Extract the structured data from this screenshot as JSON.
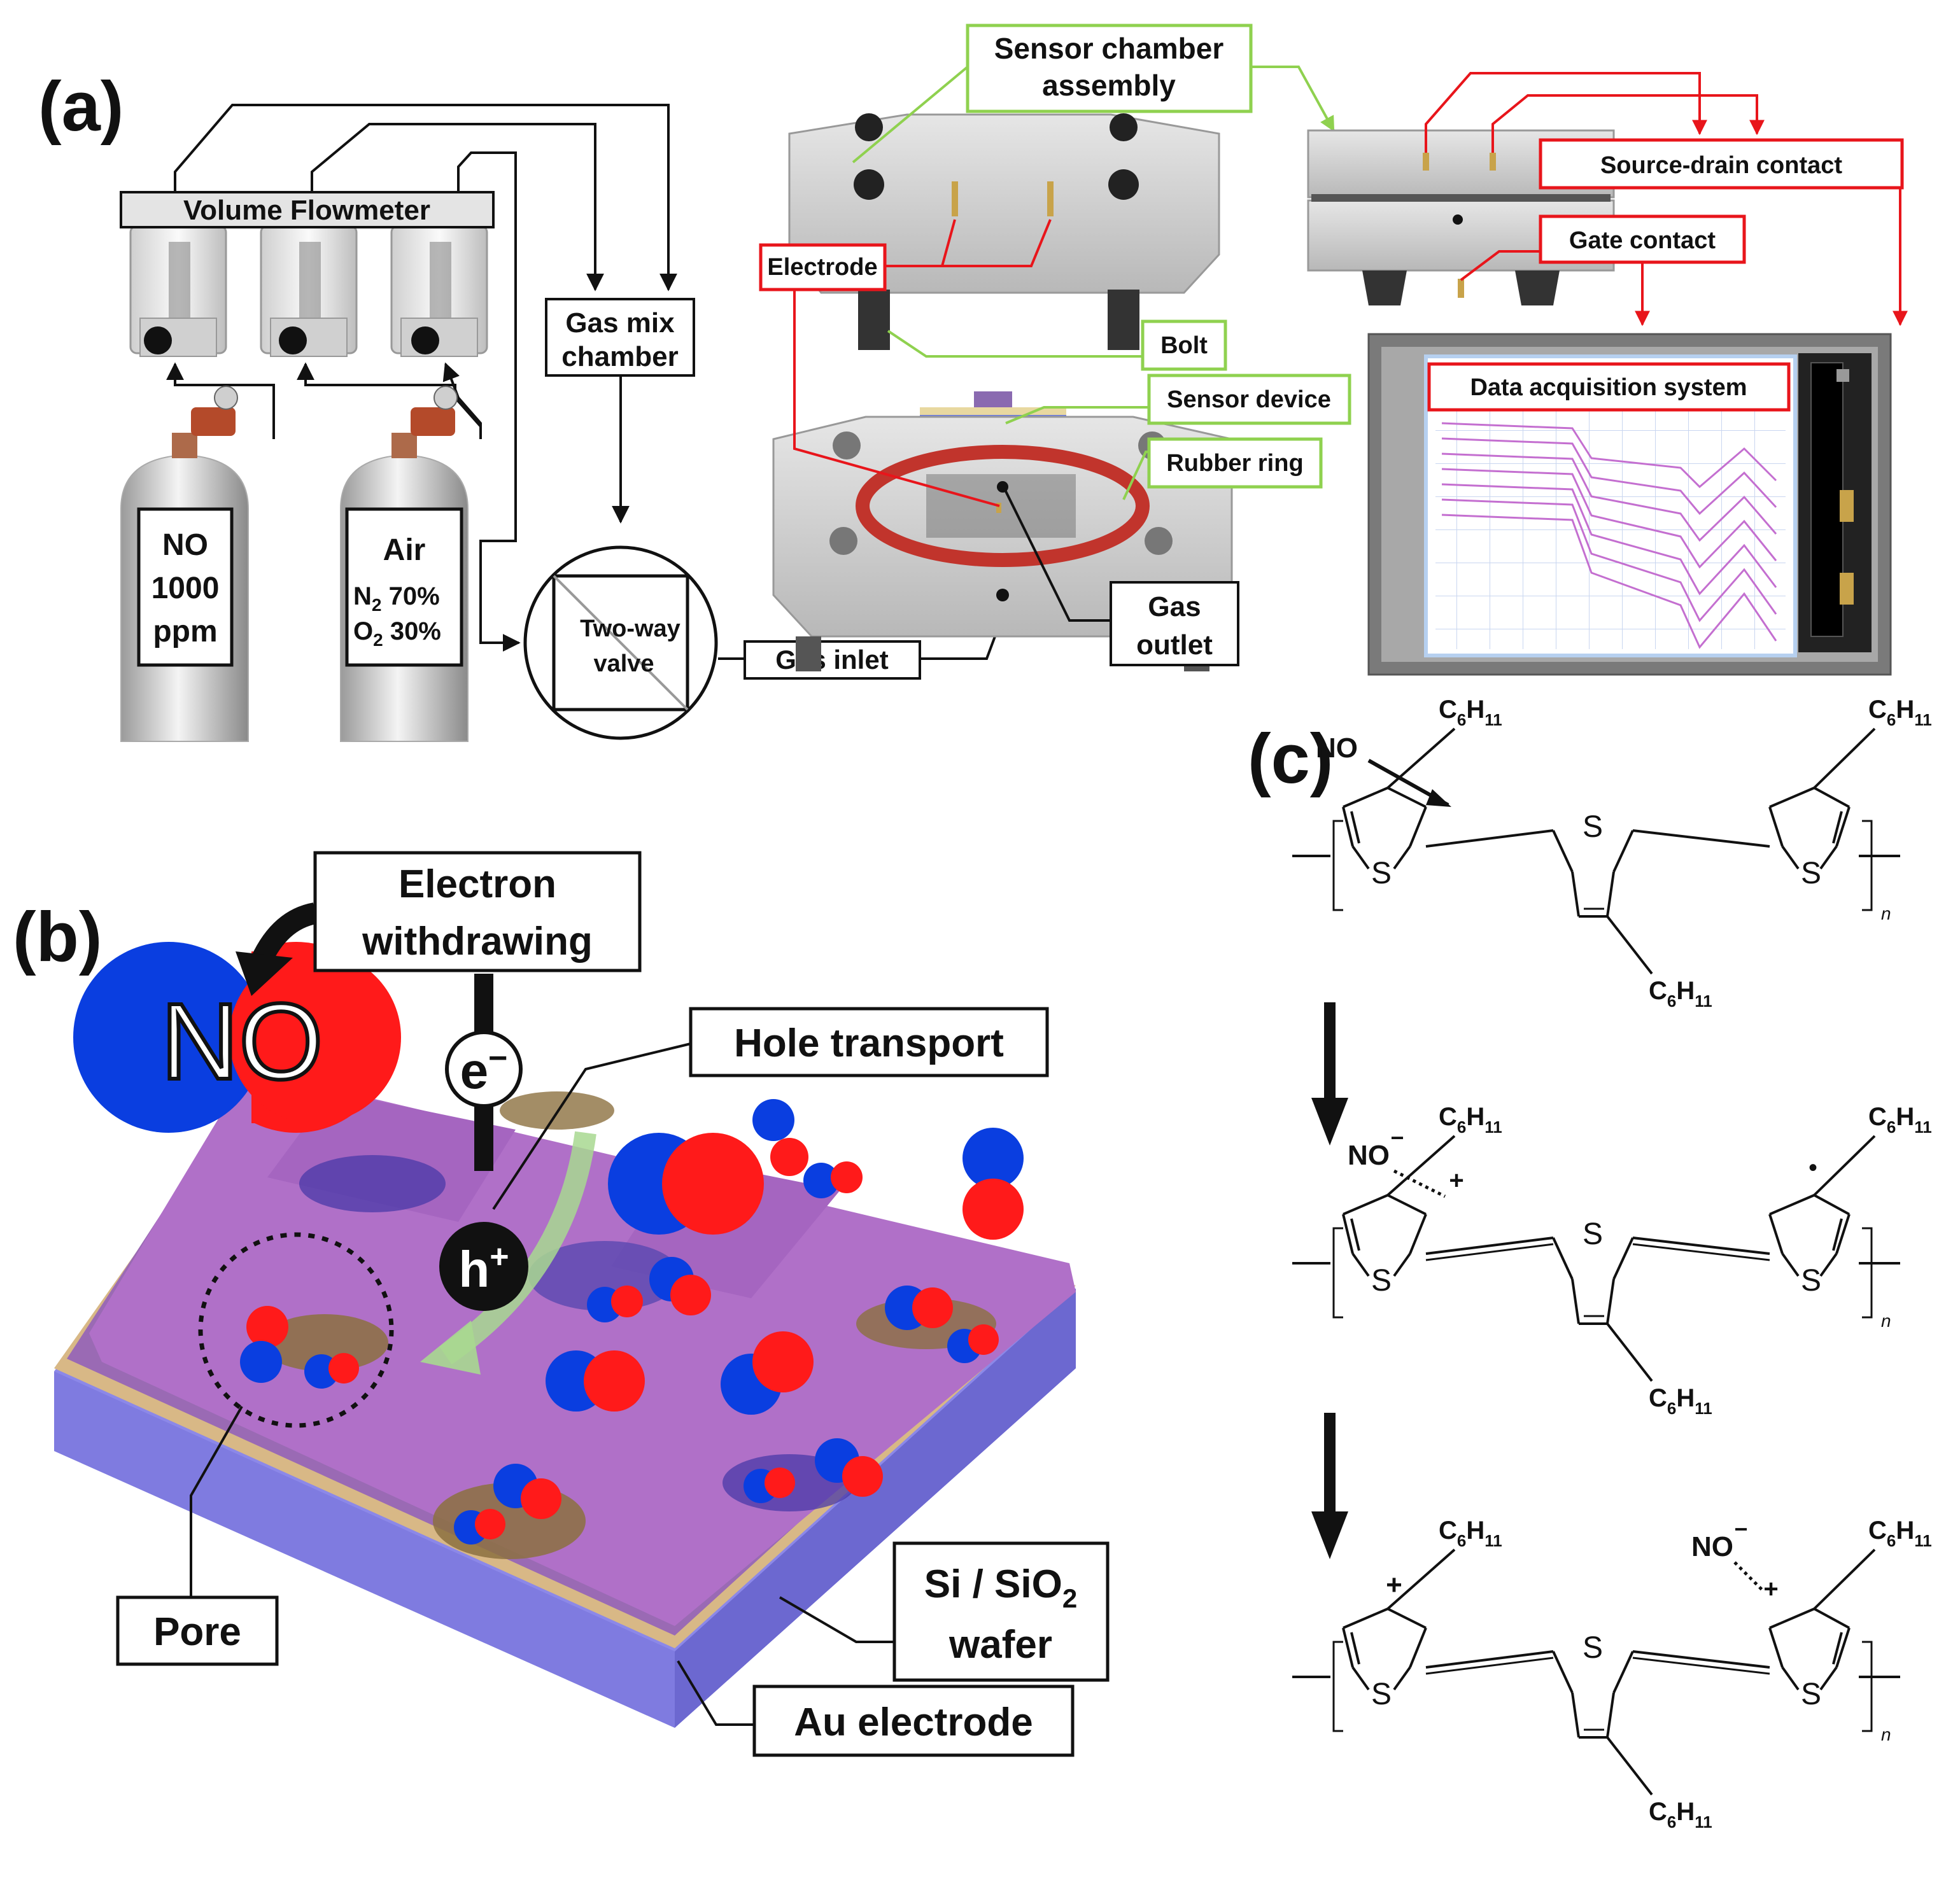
{
  "panels": {
    "a": "(a)",
    "b": "(b)",
    "c": "(c)"
  },
  "setup": {
    "flowmeter": "Volume Flowmeter",
    "cylinder_no": {
      "line1": "NO",
      "line2": "1000",
      "line3": "ppm"
    },
    "cylinder_air": {
      "line1": "Air",
      "n2": "N",
      "n2_sub": "2",
      "n2_pct": " 70%",
      "o2": "O",
      "o2_sub": "2",
      "o2_pct": " 30%"
    },
    "mix_chamber": {
      "line1": "Gas mix",
      "line2": "chamber"
    },
    "valve": {
      "line1": "Two-way",
      "line2": "valve"
    },
    "gas_inlet": "Gas inlet",
    "gas_outlet": {
      "line1": "Gas",
      "line2": "outlet"
    },
    "sensor_chamber": {
      "line1": "Sensor chamber",
      "line2": "assembly"
    },
    "electrode": "Electrode",
    "bolt": "Bolt",
    "sensor_device": "Sensor device",
    "rubber_ring": "Rubber ring",
    "source_drain": "Source-drain contact",
    "gate": "Gate contact",
    "daq": "Data acquisition system"
  },
  "mechanism": {
    "electron_withdrawing": {
      "line1": "Electron",
      "line2": "withdrawing"
    },
    "no_label": "NO",
    "electron": "e",
    "electron_sup": "−",
    "hole": "h",
    "hole_sup": "+",
    "hole_transport": "Hole transport",
    "pore": "Pore",
    "wafer": {
      "line1": "Si / SiO",
      "sub": "2",
      "line2": "wafer"
    },
    "au_electrode": "Au electrode"
  },
  "chemistry": {
    "substituent": "C",
    "sub6": "6",
    "h": "H",
    "sub11": "11",
    "sulfur": "S",
    "repeat_n": "n",
    "no": "NO",
    "no_minus": "NO",
    "minus": "−",
    "plus": "+",
    "radical": "•"
  },
  "colors": {
    "red_box": "#e8151b",
    "green_box": "#8fd14f",
    "nitrogen": "#0a3ee0",
    "oxygen": "#ff1a1a",
    "film": "#b070c8",
    "wafer": "#8c88e8",
    "gold": "#d8b886",
    "chart_line": "#c46fd0"
  }
}
